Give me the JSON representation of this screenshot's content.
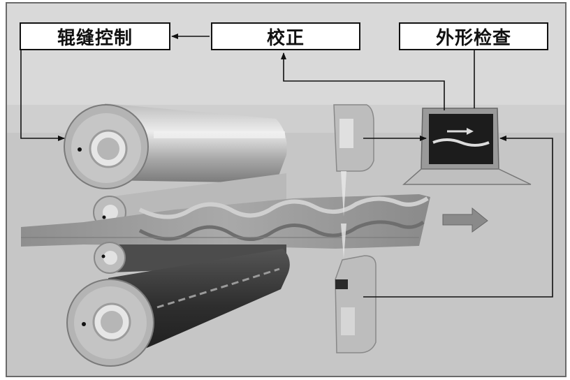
{
  "labels": {
    "roll_gap_control": "辊缝控制",
    "correction": "校正",
    "shape_inspection": "外形检查"
  },
  "colors": {
    "background": "#ffffff",
    "scene": "#c8c8c8",
    "roller_light": "#d0d0d0",
    "roller_dark": "#3a3a3a",
    "sheet": "#9a9a9a",
    "line": "#111111"
  },
  "icons": [
    "roller-icon",
    "sensor-icon",
    "laptop-icon",
    "arrow-icon"
  ]
}
